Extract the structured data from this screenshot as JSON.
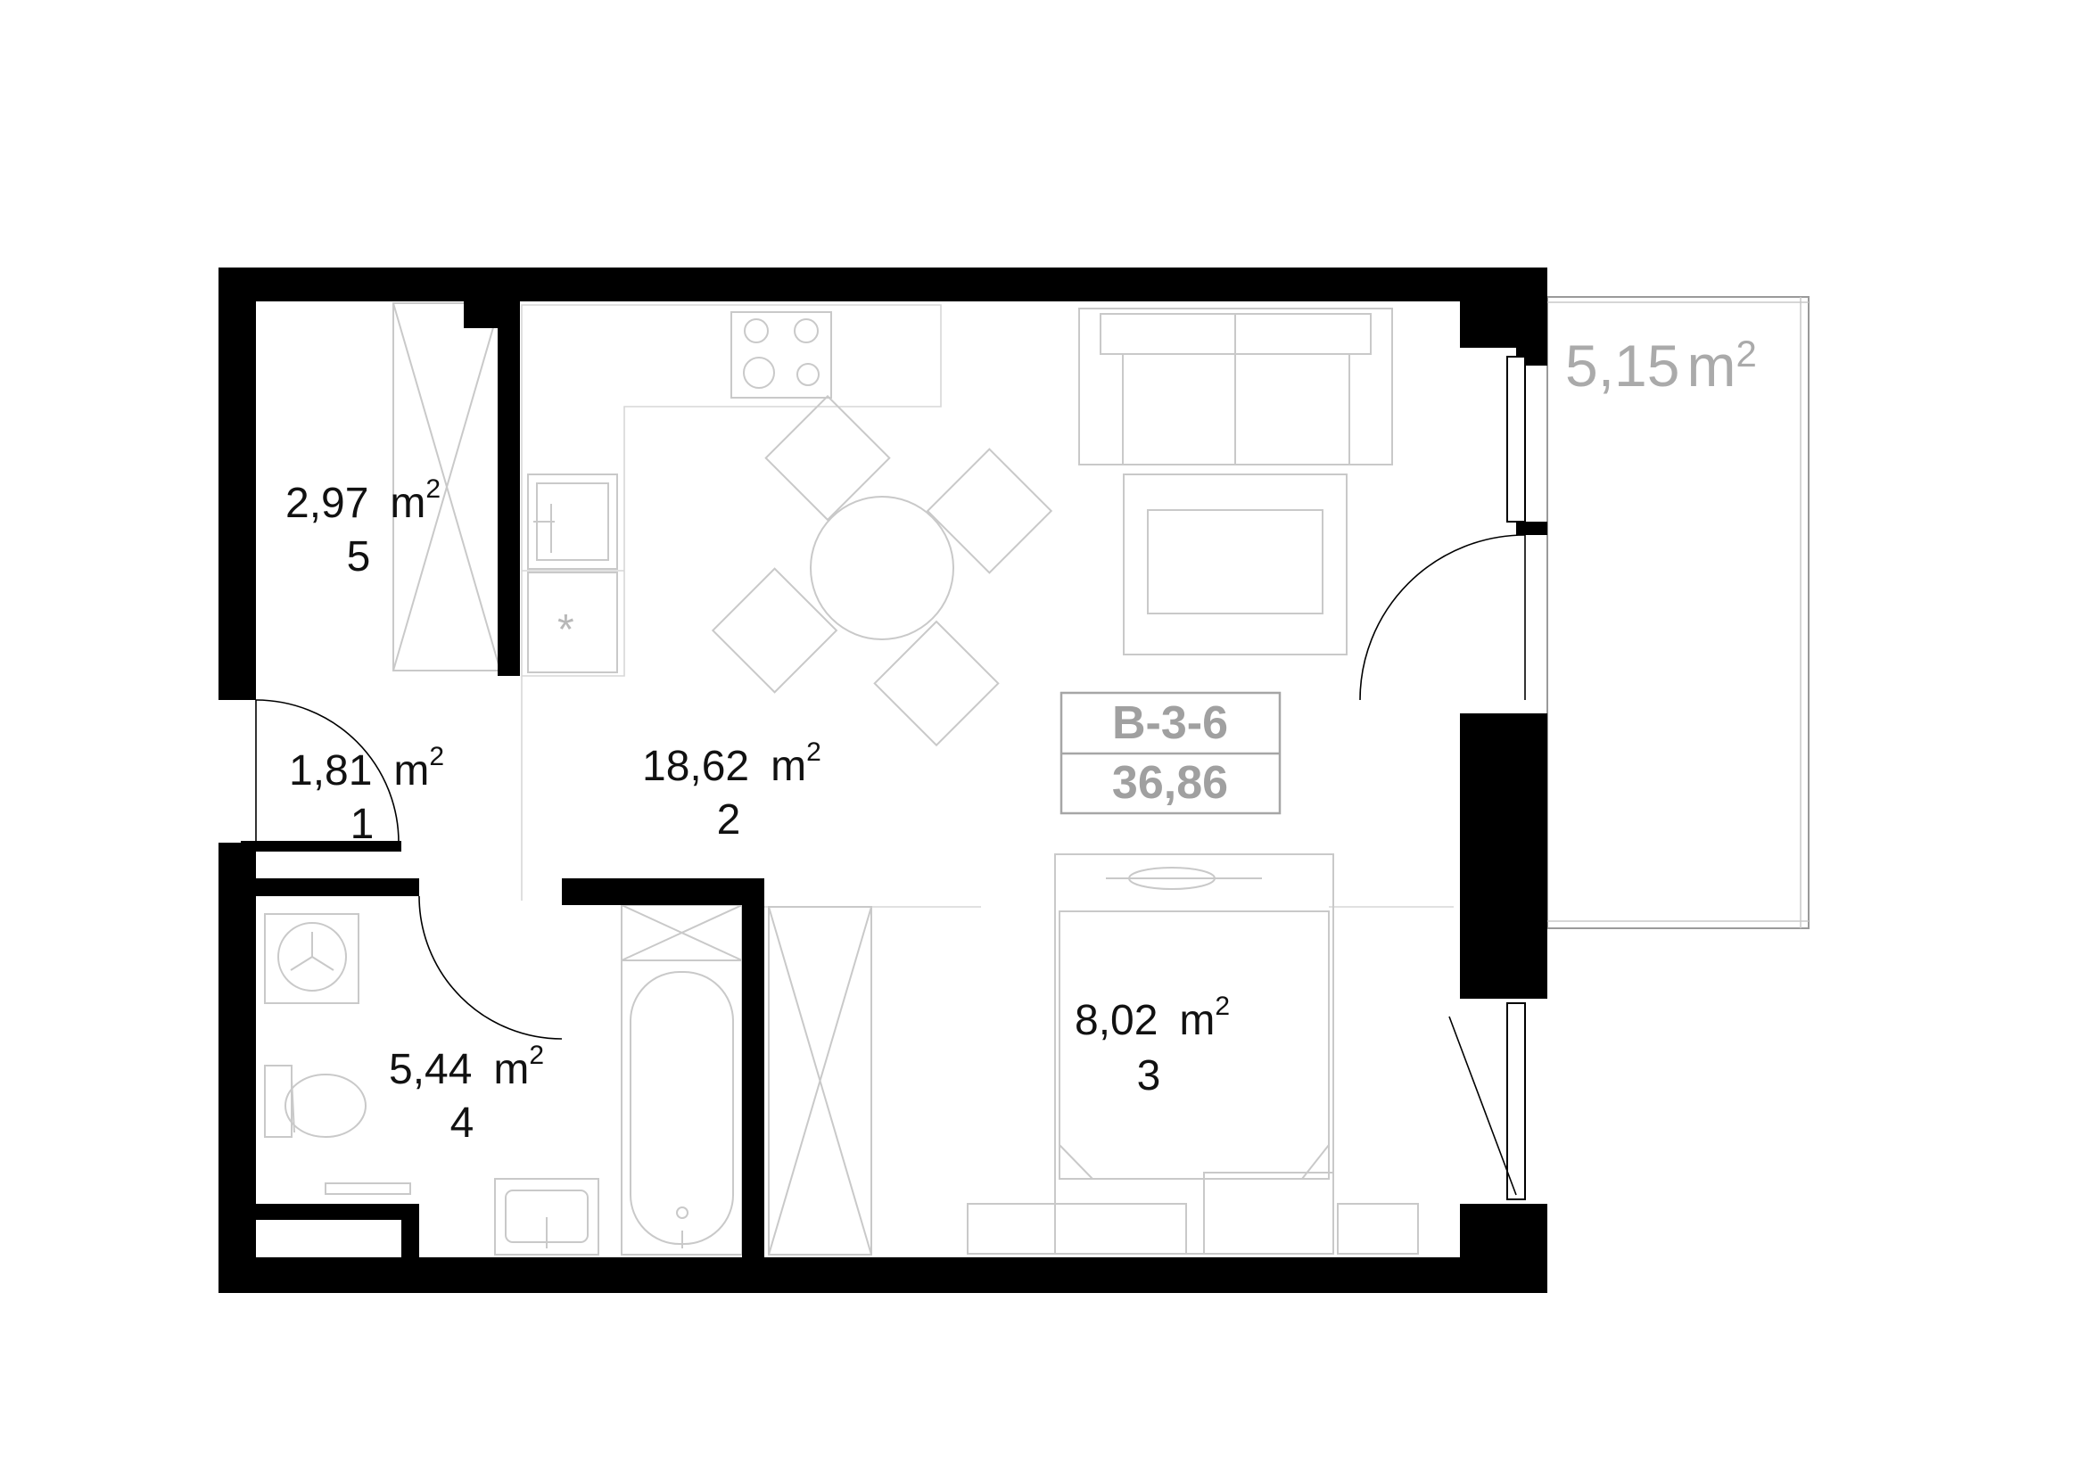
{
  "unit": {
    "code": "B-3-6",
    "total_area": "36,86",
    "accent_color": "#a0a0a0"
  },
  "rooms": [
    {
      "number": "5",
      "area": "2,97",
      "unit": "m",
      "unit_sup": "2"
    },
    {
      "number": "1",
      "area": "1,81",
      "unit": "m",
      "unit_sup": "2"
    },
    {
      "number": "2",
      "area": "18,62",
      "unit": "m",
      "unit_sup": "2"
    },
    {
      "number": "4",
      "area": "5,44",
      "unit": "m",
      "unit_sup": "2"
    },
    {
      "number": "3",
      "area": "8,02",
      "unit": "m",
      "unit_sup": "2"
    }
  ],
  "balcony": {
    "area": "5,15",
    "unit": "m",
    "unit_sup": "2"
  },
  "icons": {
    "stove": "stove-icon",
    "sink": "kitchen-sink-icon",
    "fridge": "fridge-icon",
    "dining": "dining-table-icon",
    "sofa": "sofa-icon",
    "coffee_table": "coffee-table-icon",
    "bed": "bed-icon",
    "bathtub": "bathtub-icon",
    "toilet": "toilet-icon",
    "washbasin": "washbasin-icon",
    "washer": "washing-machine-icon",
    "wardrobe": "wardrobe-icon"
  }
}
